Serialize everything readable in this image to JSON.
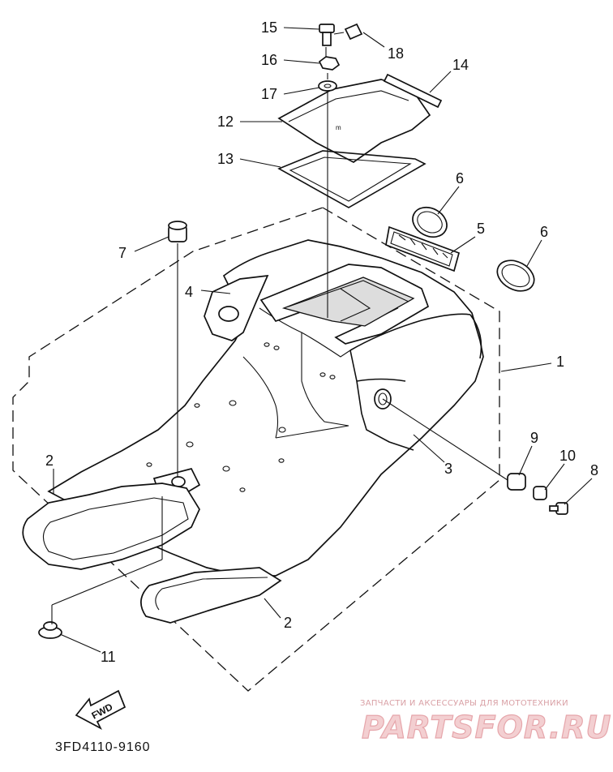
{
  "diagram": {
    "callouts": [
      {
        "id": "c15",
        "label": "15"
      },
      {
        "id": "c18",
        "label": "18"
      },
      {
        "id": "c16",
        "label": "16"
      },
      {
        "id": "c14",
        "label": "14"
      },
      {
        "id": "c17",
        "label": "17"
      },
      {
        "id": "c12",
        "label": "12"
      },
      {
        "id": "c13",
        "label": "13"
      },
      {
        "id": "c6a",
        "label": "6"
      },
      {
        "id": "c5",
        "label": "5"
      },
      {
        "id": "c6b",
        "label": "6"
      },
      {
        "id": "c7",
        "label": "7"
      },
      {
        "id": "c4",
        "label": "4"
      },
      {
        "id": "c1",
        "label": "1"
      },
      {
        "id": "c2a",
        "label": "2"
      },
      {
        "id": "c3",
        "label": "3"
      },
      {
        "id": "c9",
        "label": "9"
      },
      {
        "id": "c10",
        "label": "10"
      },
      {
        "id": "c8",
        "label": "8"
      },
      {
        "id": "c2b",
        "label": "2"
      },
      {
        "id": "c11",
        "label": "11"
      }
    ],
    "fwd_label": "FWD",
    "part_code": "3FD4110-9160"
  },
  "watermark": {
    "caption": "ЗАПЧАСТИ И АКСЕССУАРЫ ДЛЯ МОТОТЕХНИКИ",
    "brand": "PARTSFOR.RU"
  }
}
